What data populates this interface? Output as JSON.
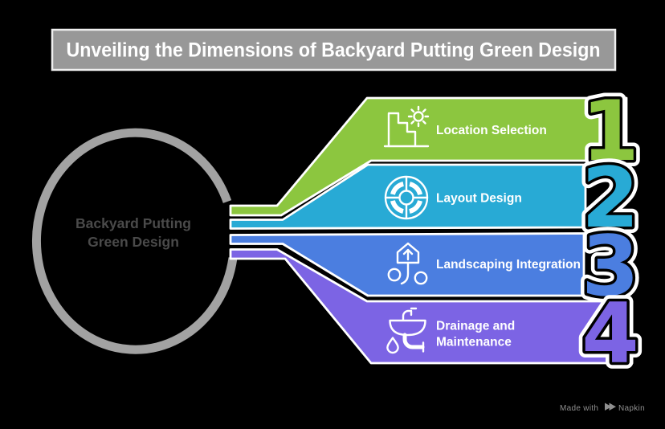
{
  "background_color": "#000000",
  "title": {
    "text": "Unveiling the Dimensions of Backyard Putting Green Design",
    "box_color": "#989898",
    "border_color": "#EFEFEF"
  },
  "center_node": {
    "line1": "Backyard Putting",
    "line2": "Green Design",
    "ring_color": "#A2A2A2",
    "text_color": "#4A4A4A"
  },
  "steps": [
    {
      "number": "1",
      "label": "Location Selection",
      "label_line2": "",
      "color": "#8CC63F",
      "icon": "terrain-sun-icon"
    },
    {
      "number": "2",
      "label": "Layout Design",
      "label_line2": "",
      "color": "#28AAD5",
      "icon": "roundabout-layout-icon"
    },
    {
      "number": "3",
      "label": "Landscaping Integration",
      "label_line2": "",
      "color": "#4B7EE0",
      "icon": "house-sprout-icon"
    },
    {
      "number": "4",
      "label": "Drainage and",
      "label_line2": "Maintenance",
      "color": "#7C64E4",
      "icon": "sink-drain-icon"
    }
  ],
  "watermark": {
    "prefix": "Made with",
    "brand": "Napkin"
  }
}
